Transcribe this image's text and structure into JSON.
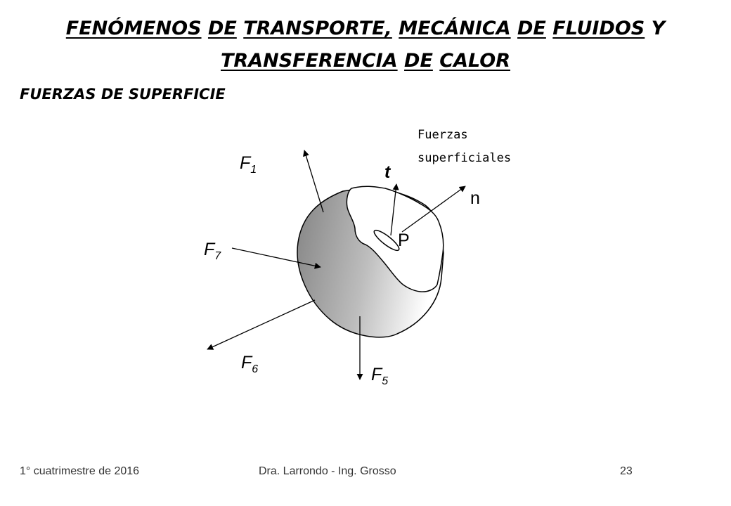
{
  "title": {
    "line1": [
      "FENÓMENOS",
      "DE",
      "TRANSPORTE,",
      "MECÁNICA",
      "DE",
      "FLUIDOS",
      "Y"
    ],
    "line2": [
      "TRANSFERENCIA",
      "DE",
      "CALOR"
    ]
  },
  "subtitle": "FUERZAS DE SUPERFICIE",
  "diagram": {
    "annotation_line1": "Fuerzas",
    "annotation_line2": "superficiales",
    "force_letter": "F",
    "f1_sub": "1",
    "f7_sub": "7",
    "f6_sub": "6",
    "f5_sub": "5",
    "t_label": "t",
    "n_label": "n",
    "p_label": "P"
  },
  "footer": {
    "left": "1° cuatrimestre de 2016",
    "center": "Dra. Larrondo - Ing. Grosso",
    "page": "23"
  },
  "colors": {
    "body_light": "#ffffff",
    "body_dark": "#808080",
    "stroke": "#000000"
  }
}
